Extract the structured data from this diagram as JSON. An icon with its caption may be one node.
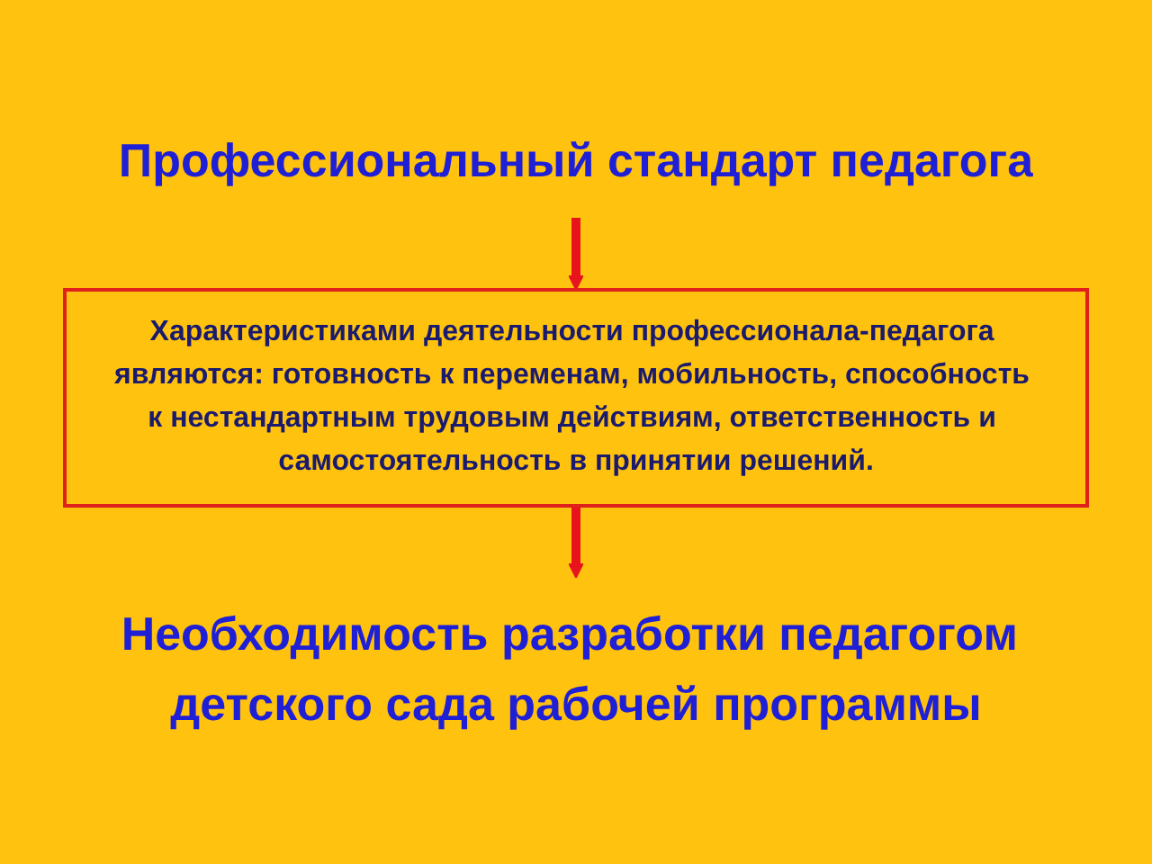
{
  "diagram": {
    "nodes": [
      {
        "text": [
          "Профессиональный стандарт педагога"
        ]
      },
      {
        "text": [
          "Характеристиками деятельности профессионала-педагога являются: готовность к переменам, мобильность, способность к нестандартным трудовым действиям, ответственность и самостоятельность в принятии решений."
        ]
      },
      {
        "text": [
          "Необходимость разработки педагогом детского сада рабочей программы"
        ]
      }
    ],
    "edges": [
      {
        "from": 0,
        "to": 1,
        "arrow": "to"
      },
      {
        "from": 1,
        "to": 2,
        "arrow": "to"
      }
    ]
  }
}
